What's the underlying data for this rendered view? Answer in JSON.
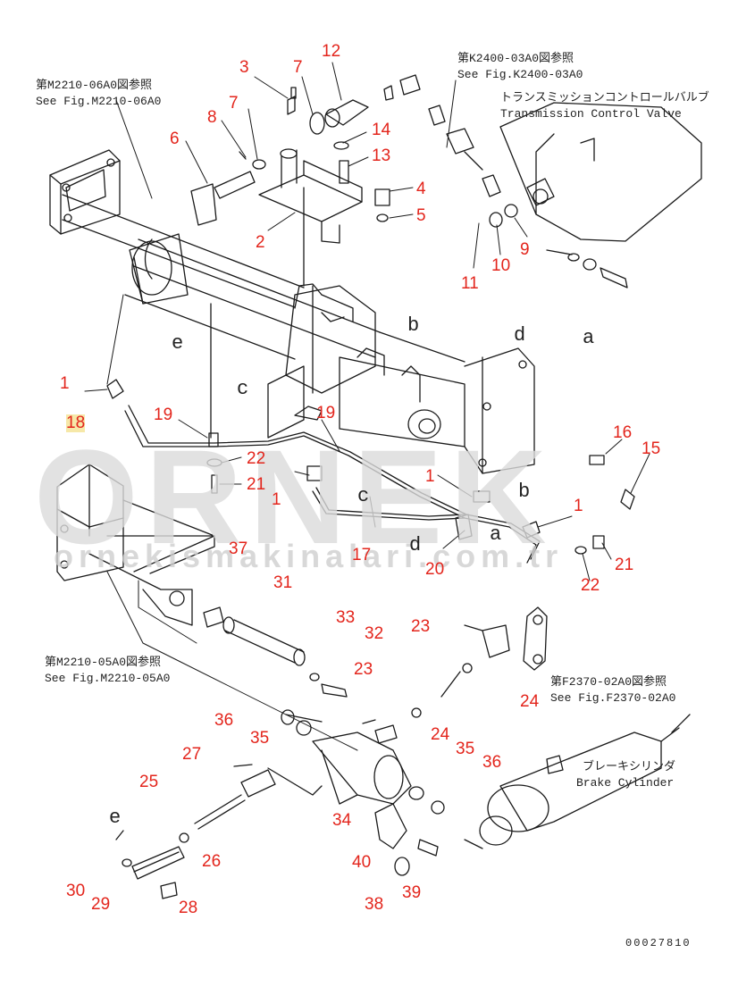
{
  "watermark": {
    "big": "ORNEK",
    "url": "ornekismakinalari.com.tr"
  },
  "references": [
    {
      "id": "ref-m2210-06a0-jp",
      "text": "第M2210-06A0図参照"
    },
    {
      "id": "ref-m2210-06a0-en",
      "text": "See Fig.M2210-06A0"
    },
    {
      "id": "ref-k2400-03a0-jp",
      "text": "第K2400-03A0図参照"
    },
    {
      "id": "ref-k2400-03a0-en",
      "text": "See Fig.K2400-03A0"
    },
    {
      "id": "tcv-jp",
      "text": "トランスミッションコントロールバルブ"
    },
    {
      "id": "tcv-en",
      "text": "Transmission Control Valve"
    },
    {
      "id": "ref-m2210-05a0-jp",
      "text": "第M2210-05A0図参照"
    },
    {
      "id": "ref-m2210-05a0-en",
      "text": "See Fig.M2210-05A0"
    },
    {
      "id": "ref-f2370-02a0-jp",
      "text": "第F2370-02A0図参照"
    },
    {
      "id": "ref-f2370-02a0-en",
      "text": "See Fig.F2370-02A0"
    },
    {
      "id": "brake-jp",
      "text": "ブレーキシリンダ"
    },
    {
      "id": "brake-en",
      "text": "Brake Cylinder"
    }
  ],
  "view_letters": [
    "e",
    "b",
    "d",
    "a",
    "c",
    "c",
    "b",
    "d",
    "a",
    "e"
  ],
  "part_numbers": [
    "3",
    "7",
    "12",
    "8",
    "7",
    "6",
    "14",
    "13",
    "4",
    "5",
    "2",
    "11",
    "10",
    "9",
    "1",
    "18",
    "19",
    "19",
    "22",
    "21",
    "1",
    "1",
    "16",
    "15",
    "17",
    "20",
    "1",
    "21",
    "22",
    "37",
    "31",
    "33",
    "32",
    "23",
    "23",
    "24",
    "36",
    "35",
    "24",
    "35",
    "36",
    "27",
    "25",
    "34",
    "40",
    "26",
    "30",
    "29",
    "28",
    "38",
    "39"
  ],
  "drawing_code": "00027810"
}
